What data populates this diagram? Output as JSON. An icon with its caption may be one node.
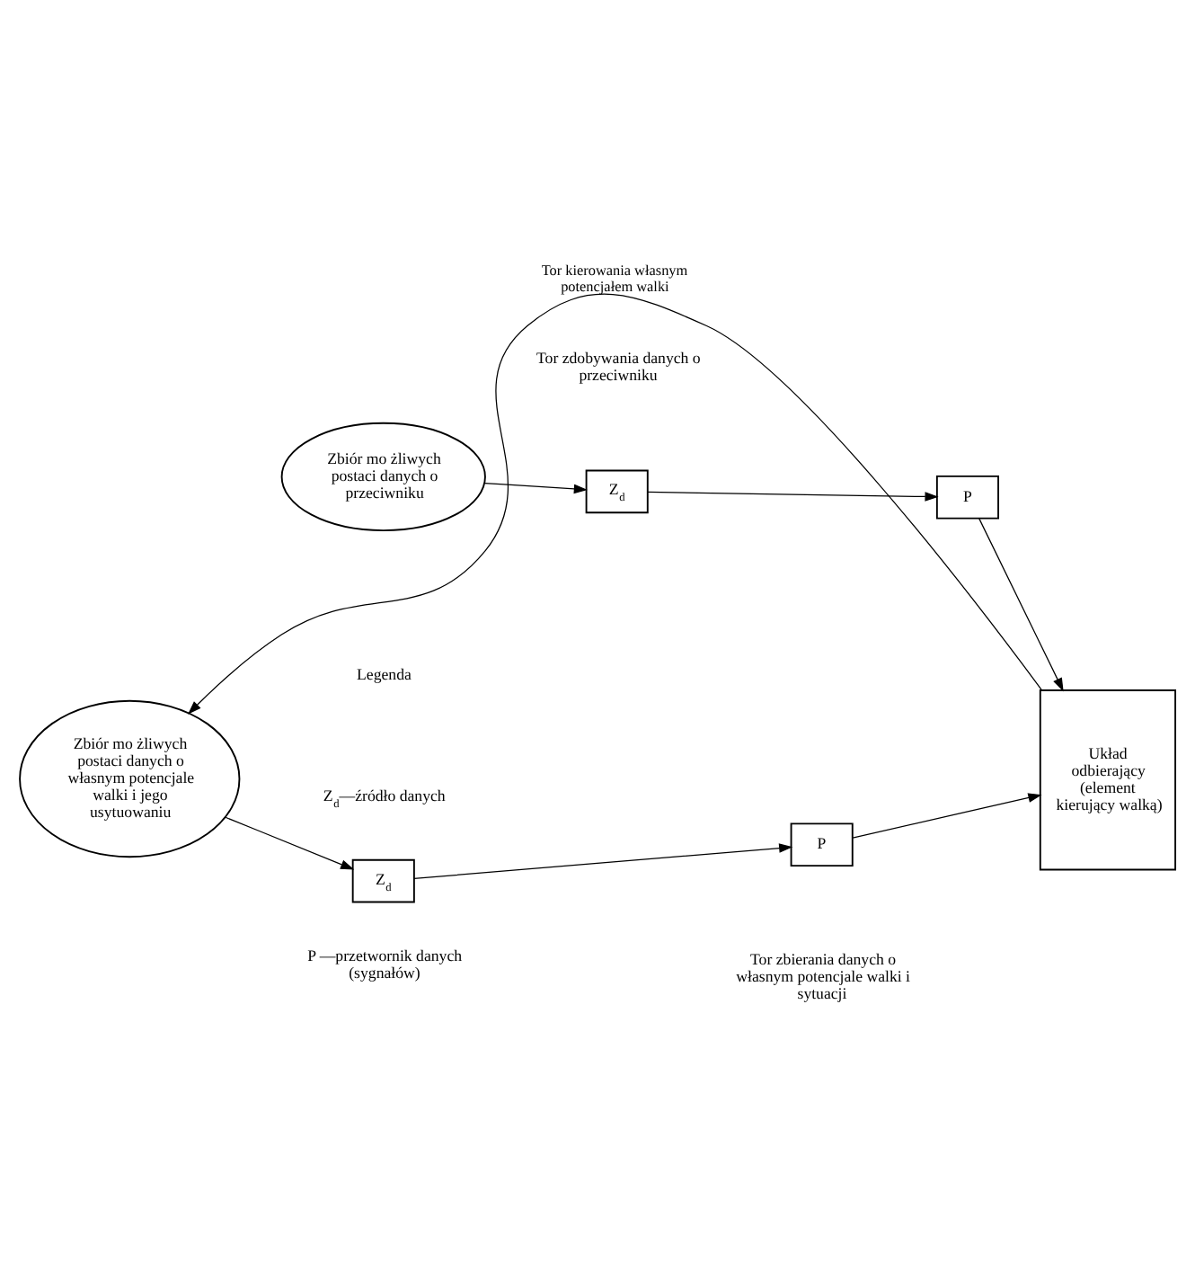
{
  "diagram": {
    "nodes": [
      {
        "text": [
          "Zbiór mo żliwych postaci danych o przeciwniku"
        ]
      },
      {
        "text": [
          "Z$_{d}$"
        ]
      },
      {
        "text": [
          "P"
        ]
      },
      {
        "text": [
          "Układ odbierający (element kierujący walką)"
        ]
      },
      {
        "text": [
          "P"
        ]
      },
      {
        "text": [
          "Z$_{d}$"
        ]
      },
      {
        "text": [
          "Zbiór mo żliwych postaci danych o własnym potencjale walki i jego usytuowaniu"
        ]
      }
    ],
    "edges": [
      {
        "from": 0,
        "to": 1,
        "arrow": "to"
      },
      {
        "from": 1,
        "to": 2,
        "arrow": "to"
      },
      {
        "from": 2,
        "to": 3,
        "arrow": "to"
      },
      {
        "from": 6,
        "to": 5,
        "arrow": "to"
      },
      {
        "from": 5,
        "to": 4,
        "arrow": "to"
      },
      {
        "from": 4,
        "to": 3,
        "arrow": "to"
      },
      {
        "from": 3,
        "to": 6,
        "arrow": "to",
        "label": "Tor kierowania własnym potencjałem walki"
      }
    ],
    "labels": [
      "Tor zdobywania danych o przeciwniku",
      "Tor zbierania danych o własnym potencjale walki i sytuacji",
      "Legenda",
      "Z$_{d}$—źródło danych",
      "P —przetwornik danych (sygnałów)"
    ]
  }
}
